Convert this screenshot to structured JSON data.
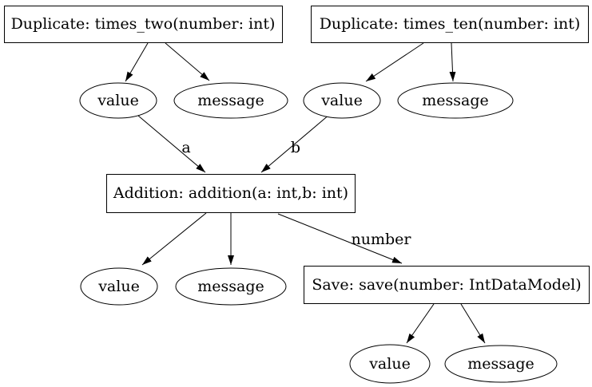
{
  "graph": {
    "background": "#ffffff",
    "line_color": "#000000",
    "text_color": "#000000",
    "nodes": {
      "times_two": "Duplicate: times_two(number: int)",
      "times_ten": "Duplicate: times_ten(number: int)",
      "addition": "Addition: addition(a: int,b: int)",
      "save": "Save: save(number: IntDataModel)",
      "times_two_value": "value",
      "times_two_message": "message",
      "times_ten_value": "value",
      "times_ten_message": "message",
      "addition_value": "value",
      "addition_message": "message",
      "save_value": "value",
      "save_message": "message"
    },
    "edge_labels": {
      "a": "a",
      "b": "b",
      "number": "number"
    },
    "edges": [
      {
        "from": "times_two",
        "to": "times_two_value",
        "label": ""
      },
      {
        "from": "times_two",
        "to": "times_two_message",
        "label": ""
      },
      {
        "from": "times_ten",
        "to": "times_ten_value",
        "label": ""
      },
      {
        "from": "times_ten",
        "to": "times_ten_message",
        "label": ""
      },
      {
        "from": "times_two_value",
        "to": "addition",
        "label": "a"
      },
      {
        "from": "times_ten_value",
        "to": "addition",
        "label": "b"
      },
      {
        "from": "addition",
        "to": "addition_value",
        "label": ""
      },
      {
        "from": "addition",
        "to": "addition_message",
        "label": ""
      },
      {
        "from": "addition",
        "to": "save",
        "label": "number"
      },
      {
        "from": "save",
        "to": "save_value",
        "label": ""
      },
      {
        "from": "save",
        "to": "save_message",
        "label": ""
      }
    ]
  }
}
